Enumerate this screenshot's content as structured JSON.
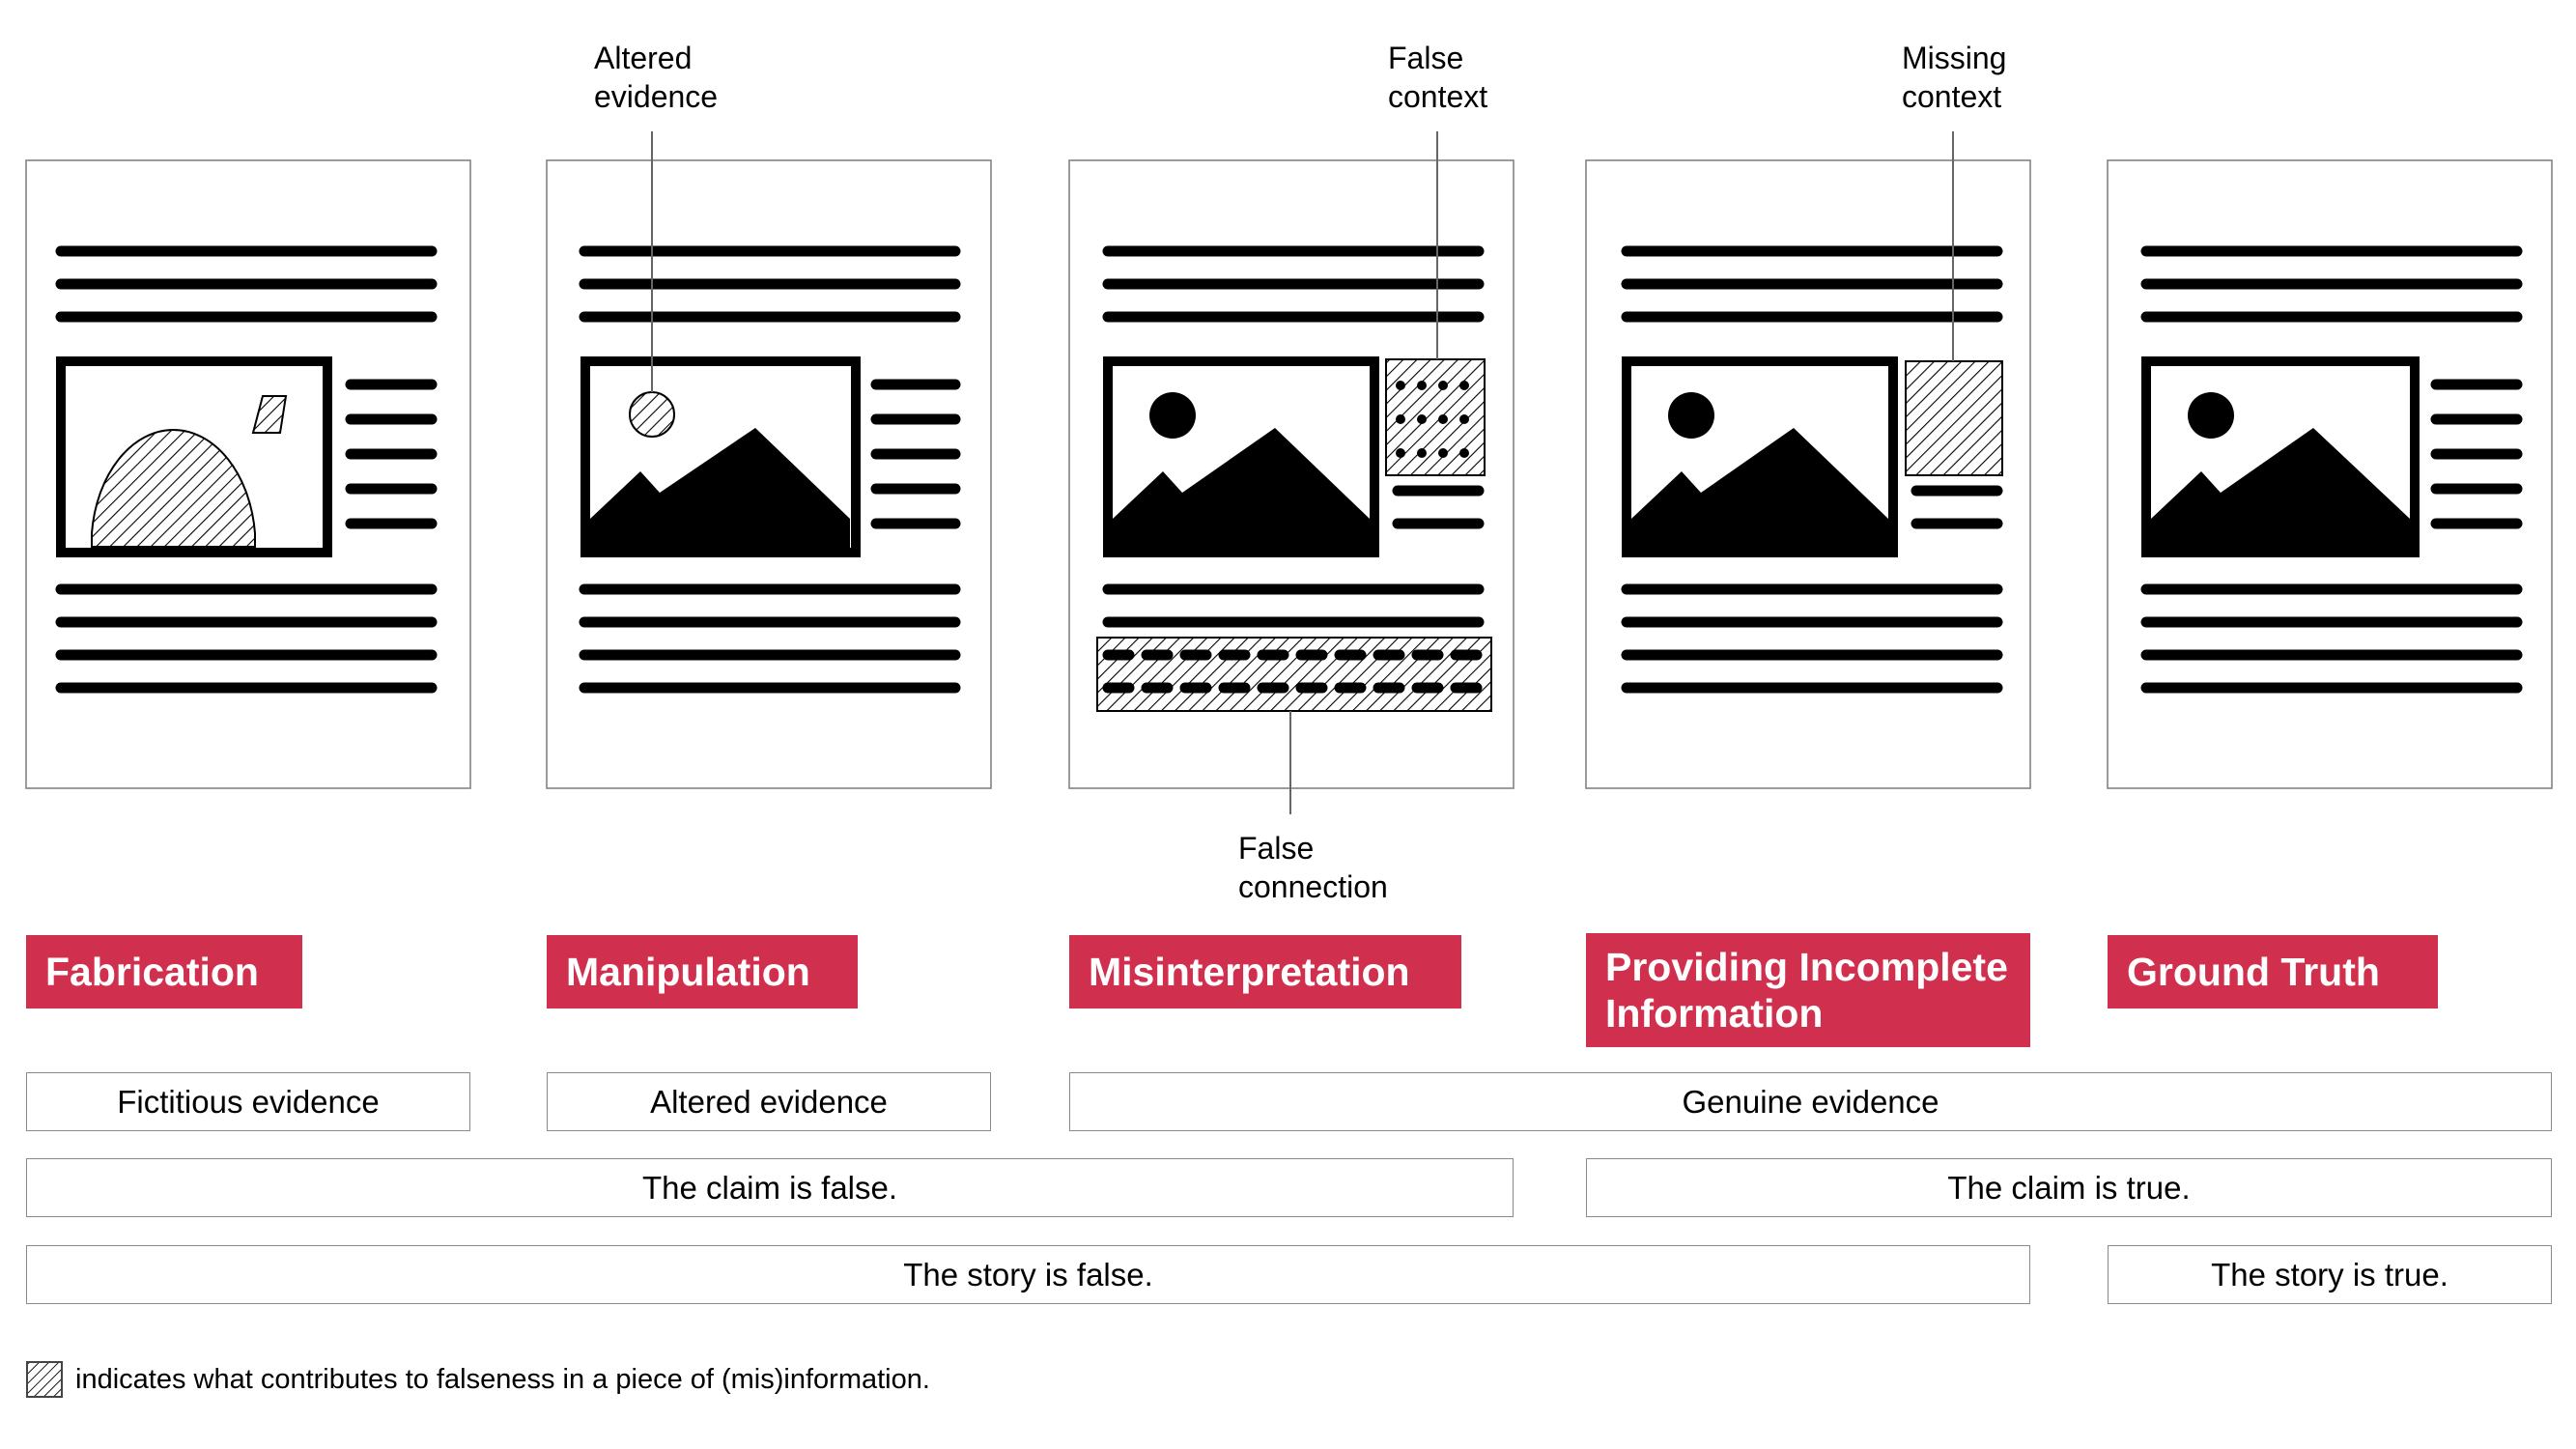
{
  "annotations": {
    "altered_evidence": [
      "Altered",
      "evidence"
    ],
    "false_context": [
      "False",
      "context"
    ],
    "missing_context": [
      "Missing",
      "context"
    ],
    "false_connection": [
      "False",
      "connection"
    ]
  },
  "categories": [
    "Fabrication",
    "Manipulation",
    "Misinterpretation",
    "Providing Incomplete Information",
    "Ground Truth"
  ],
  "evidence": {
    "fictitious": "Fictitious evidence",
    "altered": "Altered evidence",
    "genuine": "Genuine evidence"
  },
  "claim": {
    "false": "The claim is false.",
    "true": "The claim is true."
  },
  "story": {
    "false": "The story is false.",
    "true": "The story is true."
  },
  "legend": {
    "text": "indicates what contributes to falseness in a piece of (mis)information."
  },
  "colors": {
    "category_bg": "#d0304d",
    "category_text": "#ffffff",
    "frame_border": "#8a8a8a"
  }
}
